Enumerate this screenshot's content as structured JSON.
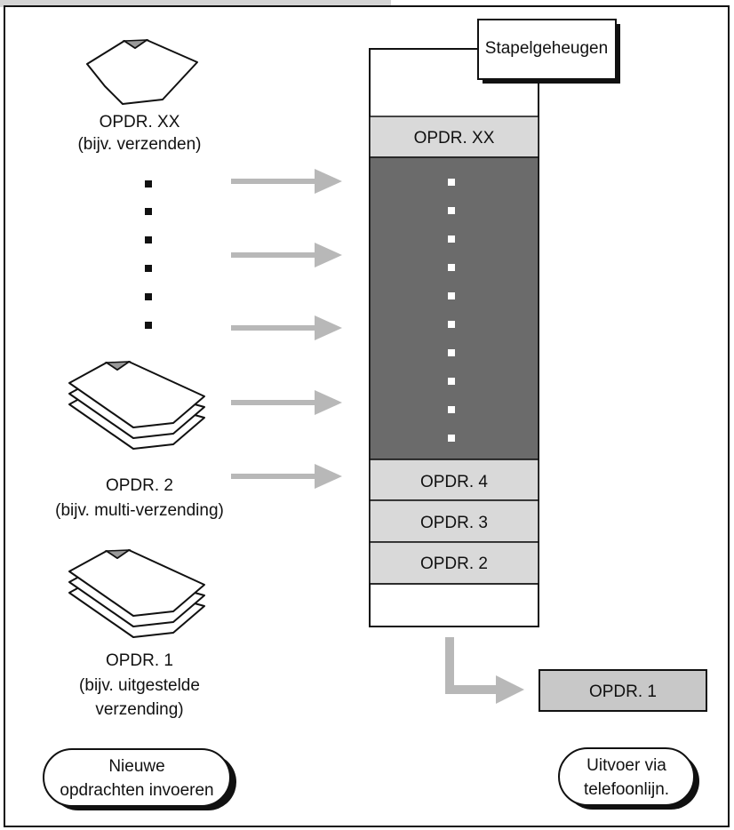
{
  "stack_label": "Stapelgeheugen",
  "jobs_left": [
    {
      "name": "OPDR. XX",
      "desc": "(bijv. verzenden)"
    },
    {
      "name": "OPDR. 2",
      "desc": "(bijv. multi-verzending)"
    },
    {
      "name": "OPDR. 1",
      "desc_line1": "(bijv. uitgestelde",
      "desc_line2": "verzending)"
    }
  ],
  "stack": {
    "top_job": "OPDR. XX",
    "slots": [
      "OPDR. 4",
      "OPDR. 3",
      "OPDR. 2"
    ]
  },
  "output_job": "OPDR. 1",
  "buttons": {
    "new_jobs_line1": "Nieuwe",
    "new_jobs_line2": "opdrachten invoeren",
    "output_line1": "Uitvoer via",
    "output_line2": "telefoonlijn."
  },
  "colors": {
    "slot_fill": "#d9d9d9",
    "stack_body": "#6b6b6b",
    "arrow": "#b8b8b8",
    "output_fill": "#c8c8c8"
  },
  "icons": [
    "single-page-icon",
    "stacked-pages-icon",
    "stacked-pages-icon"
  ]
}
